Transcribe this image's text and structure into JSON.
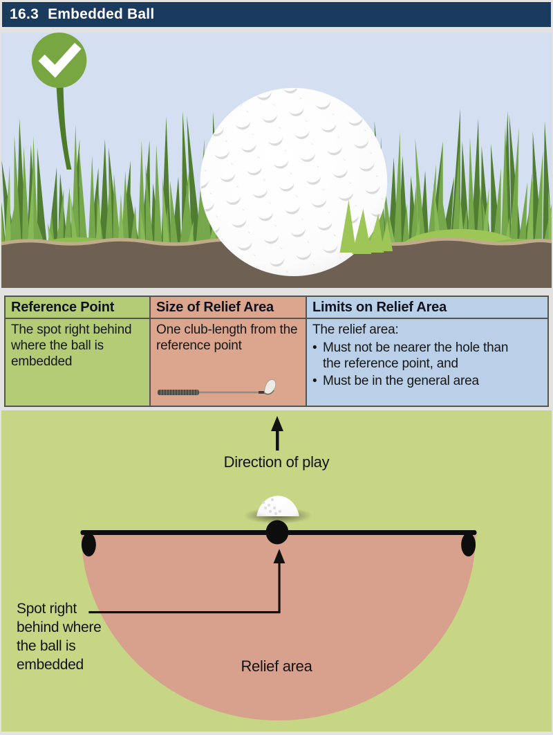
{
  "header": {
    "rule_number": "16.3",
    "title": "Embedded Ball"
  },
  "table": {
    "bullet_char": "•",
    "columns": [
      {
        "header": "Reference Point",
        "body": "The spot right behind where the ball is embedded"
      },
      {
        "header": "Size of Relief Area",
        "body": "One club-length from the reference point"
      },
      {
        "header": "Limits on Relief Area",
        "intro": "The relief area:",
        "bullets": [
          "Must not be nearer the hole than the reference point, and",
          "Must be in the general area"
        ]
      }
    ]
  },
  "diagram": {
    "direction_label": "Direction of play",
    "spot_label_lines": [
      "Spot right",
      "behind where",
      "the ball is",
      "embedded"
    ],
    "relief_label": "Relief area"
  },
  "colors": {
    "header_bar": "#1a3a5e",
    "sky": "#d4e0f1",
    "grass_mid": "#76a74b",
    "grass_dark": "#507d32",
    "grass_light": "#87b957",
    "dirt": "#6f6054",
    "dirt_edge": "#c0ac88",
    "check_green": "#78a742",
    "col_reference_bg": "#b5cc77",
    "col_size_bg": "#dca58d",
    "col_limits_bg": "#bad0e8",
    "diagram_bg": "#c7d685",
    "relief_area": "#d8a18d"
  }
}
